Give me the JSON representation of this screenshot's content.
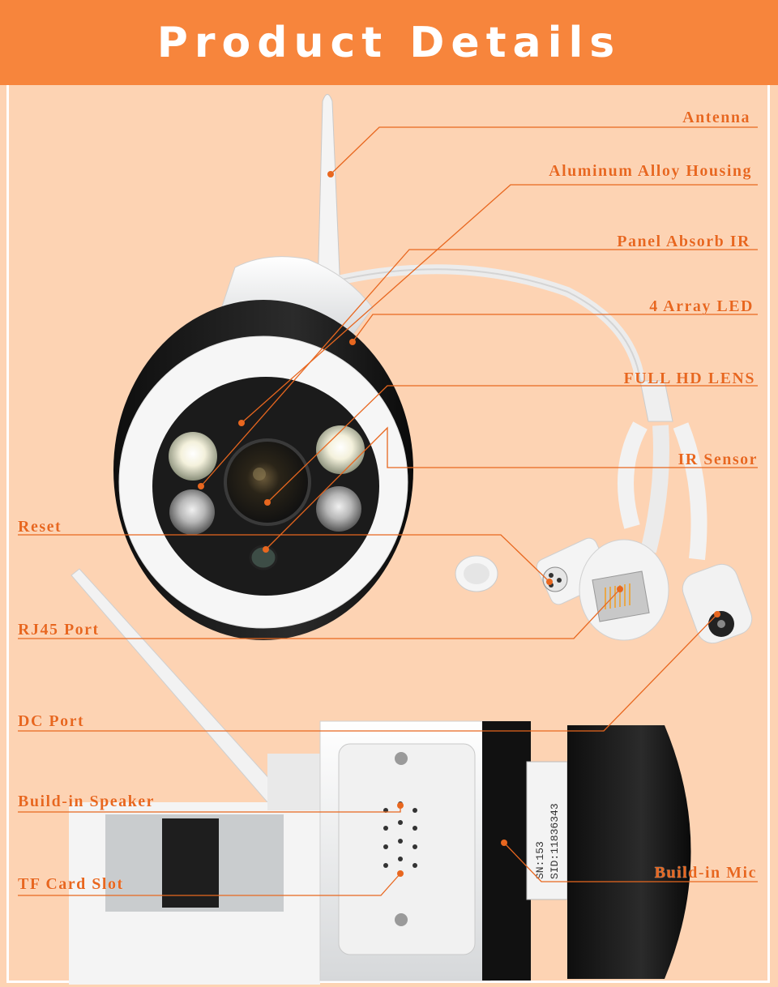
{
  "header": {
    "title": "Product Details"
  },
  "colors": {
    "accent": "#f7853c",
    "label": "#e8671f",
    "background": "#fdd3b3"
  },
  "callouts": {
    "antenna": "Antenna",
    "housing": "Aluminum Alloy Housing",
    "panel_ir": "Panel Absorb IR",
    "led": "4 Array LED",
    "lens": "FULL HD LENS",
    "ir_sensor": "IR Sensor",
    "reset": "Reset",
    "rj45": "RJ45 Port",
    "dc": "DC Port",
    "speaker": "Build-in Speaker",
    "tf_slot": "TF Card Slot",
    "mic": "Build-in Mic"
  },
  "label_plate": {
    "line1": "SN:153",
    "line2": "SID:11836343"
  }
}
